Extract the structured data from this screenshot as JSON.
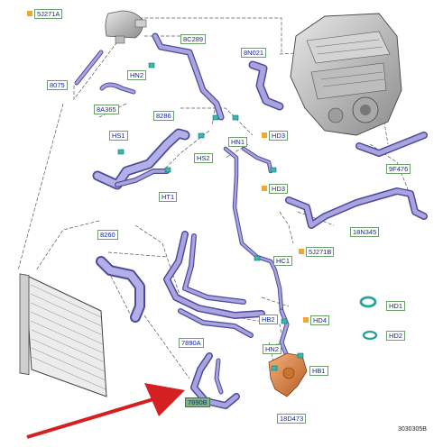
{
  "legend": {
    "code": "5J271A",
    "swatch_color": "#f2a72c"
  },
  "labels": {
    "c8075": "8075",
    "c8C289": "8C289",
    "c8N021": "8N021",
    "cHN2a": "HN2",
    "c8A365": "8A365",
    "c8286": "8286",
    "cHS1": "HS1",
    "cHN1": "HN1",
    "cHD3a": "HD3",
    "cHS2": "HS2",
    "c9F476": "9F476",
    "cHT1": "HT1",
    "cHD3b": "HD3",
    "c18N345": "18N345",
    "c8260": "8260",
    "c5J271B": "5J271B",
    "cHC1": "HC1",
    "cHD1": "HD1",
    "cHB2": "HB2",
    "cHD4": "HD4",
    "c7890A": "7890A",
    "cHN2b": "HN2",
    "cHD2": "HD2",
    "cHB1": "HB1",
    "c7890B": "7890B",
    "c18D473": "18D473"
  },
  "doc_number": "3030305B",
  "colors": {
    "hose": "#8a87c8",
    "hose_dark": "#4e4a9a",
    "clip": "#3bb7b0",
    "pump": "#e08a4a",
    "arrow": "#d42020",
    "marker": "#f2a72c"
  }
}
